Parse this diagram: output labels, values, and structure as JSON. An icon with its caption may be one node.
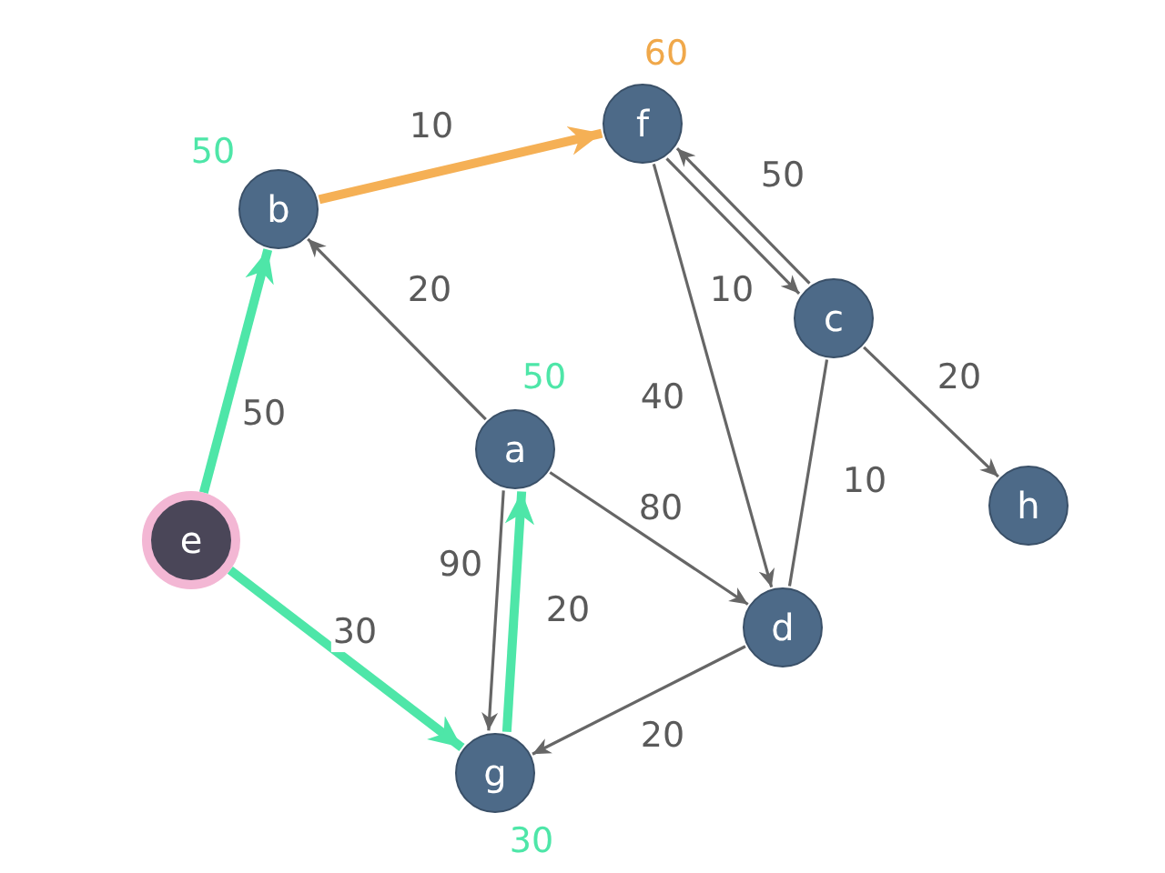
{
  "diagram": {
    "nodes": [
      {
        "text": [
          "f"
        ],
        "beside": [
          "60"
        ]
      },
      {
        "text": [
          "b"
        ],
        "beside": [
          "50"
        ]
      },
      {
        "text": [
          "c"
        ]
      },
      {
        "text": [
          "a"
        ],
        "beside": [
          "50"
        ]
      },
      {
        "text": [
          "h"
        ]
      },
      {
        "text": [
          "e"
        ]
      },
      {
        "text": [
          "d"
        ]
      },
      {
        "text": [
          "g"
        ],
        "beside": [
          "30"
        ]
      }
    ],
    "edges": [
      {
        "from": 5,
        "to": 1,
        "arrow": "to",
        "label": "50",
        "style": "thick",
        "color": "#4ee6a8"
      },
      {
        "from": 5,
        "to": 7,
        "arrow": "to",
        "label": "30",
        "style": "thick",
        "color": "#4ee6a8"
      },
      {
        "from": 7,
        "to": 3,
        "arrow": "to",
        "label": "20",
        "style": "thick",
        "color": "#4ee6a8"
      },
      {
        "from": 1,
        "to": 0,
        "arrow": "to",
        "label": "10",
        "style": "thick",
        "color": "#f5b055"
      },
      {
        "from": 3,
        "to": 1,
        "arrow": "to",
        "label": "20"
      },
      {
        "from": 0,
        "to": 2,
        "arrow": "to",
        "label": "10"
      },
      {
        "from": 2,
        "to": 0,
        "arrow": "to",
        "label": "50"
      },
      {
        "from": 0,
        "to": 6,
        "arrow": "to",
        "label": "40"
      },
      {
        "from": 3,
        "to": 6,
        "arrow": "to",
        "label": "80"
      },
      {
        "from": 2,
        "to": 6,
        "arrow": "none",
        "label": "10"
      },
      {
        "from": 2,
        "to": 4,
        "arrow": "to",
        "label": "20"
      },
      {
        "from": 3,
        "to": 7,
        "arrow": "to",
        "label": "90"
      },
      {
        "from": 6,
        "to": 7,
        "arrow": "to",
        "label": "20"
      }
    ]
  }
}
